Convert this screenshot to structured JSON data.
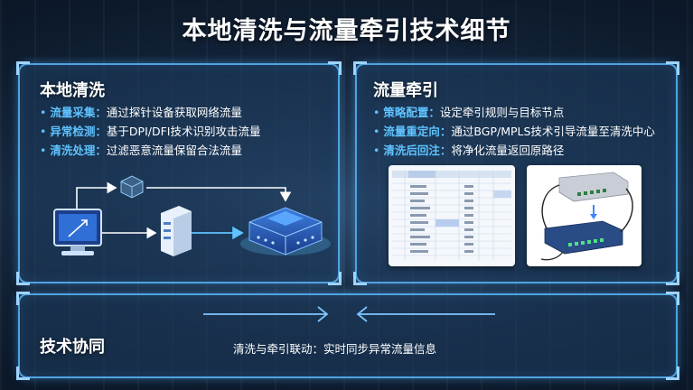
{
  "title": "本地清洗与流量牵引技术细节",
  "local_cleaning": {
    "title": "本地清洗",
    "items": [
      {
        "key": "流量采集",
        "value": "通过探针设备获取网络流量"
      },
      {
        "key": "异常检测",
        "value": "基于DPI/DFI技术识别攻击流量"
      },
      {
        "key": "清洗处理",
        "value": "过滤恶意流量保留合法流量"
      }
    ],
    "diagram_icons": [
      "monitor-icon",
      "server-icon",
      "network-device-icon",
      "router-icon"
    ]
  },
  "traffic_steering": {
    "title": "流量牵引",
    "items": [
      {
        "key": "策略配置",
        "value": "设定牵引规则与目标节点"
      },
      {
        "key": "流量重定向",
        "value": "通过BGP/MPLS技术引导流量至清洗中心"
      },
      {
        "key": "清洗后回注",
        "value": "将净化流量返回原路径"
      }
    ],
    "images": [
      "table-screenshot",
      "switch-devices-photo"
    ]
  },
  "collaboration": {
    "title": "技术协同",
    "text": "清洗与牵引联动：实时同步异常流量信息"
  },
  "colors": {
    "accent": "#5ec3ff",
    "border": "#4fa3e0",
    "background": "#1a2e48"
  }
}
